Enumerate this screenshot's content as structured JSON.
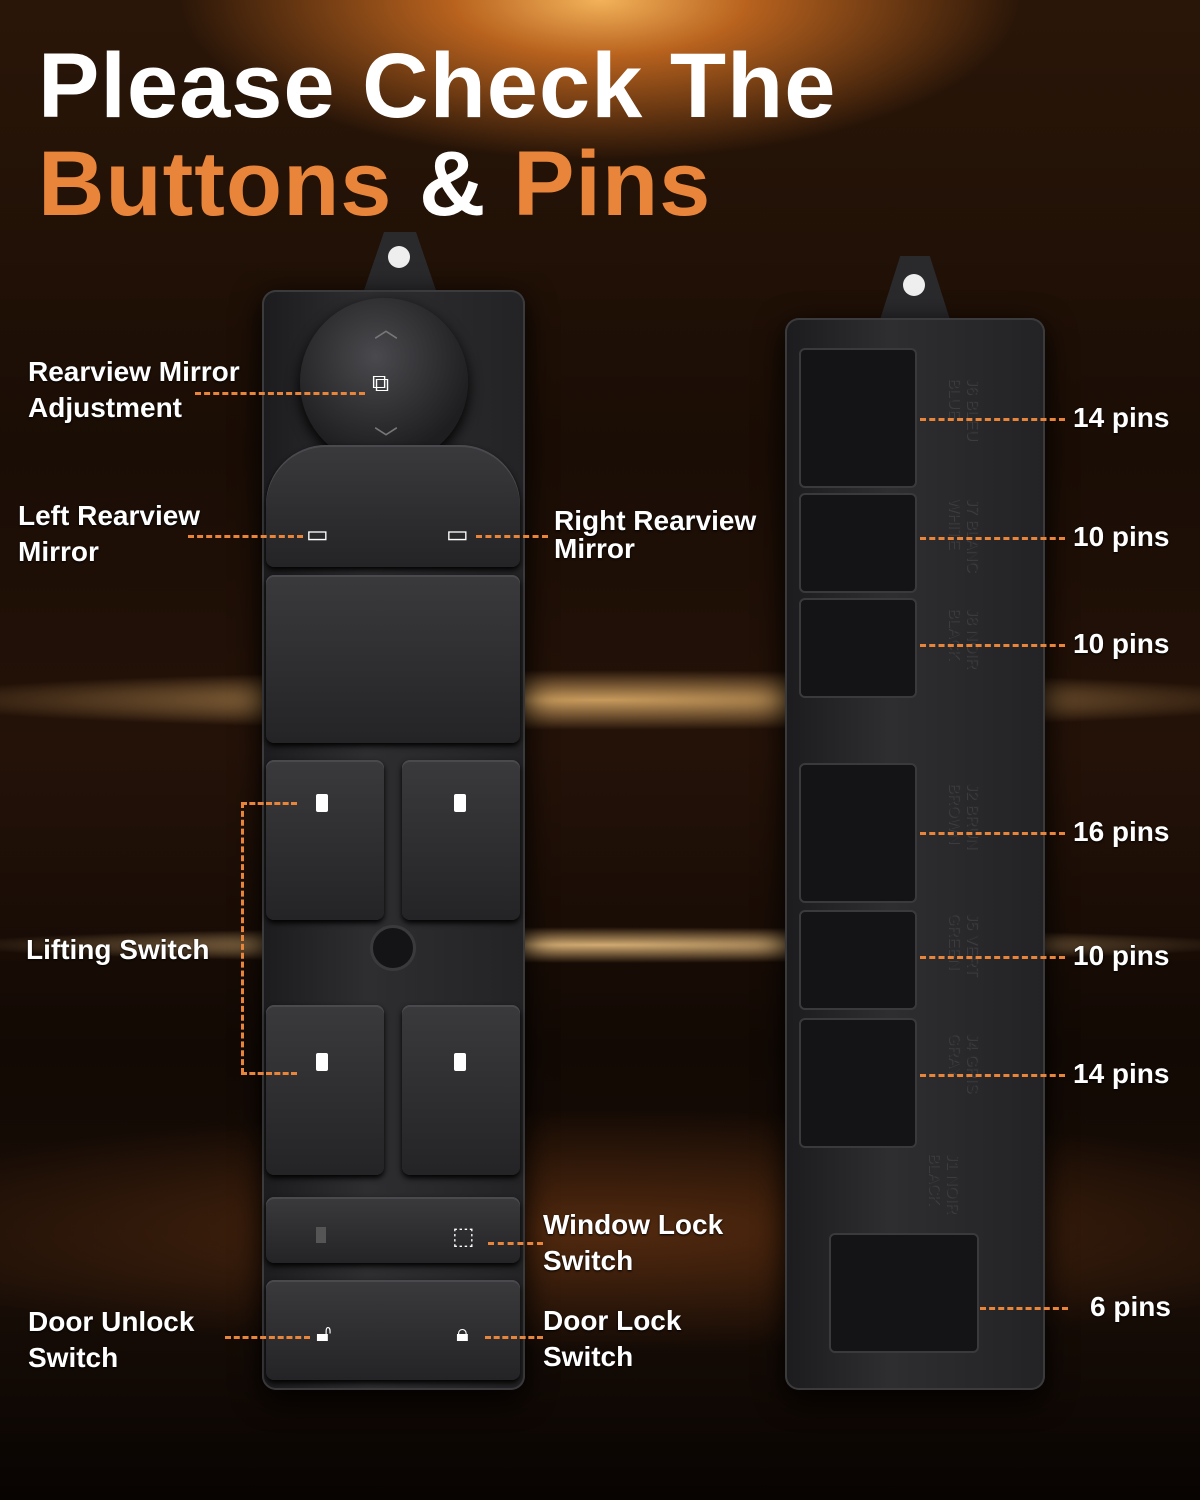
{
  "title": {
    "line1": "Please Check The",
    "word1": "Buttons",
    "amp": "&",
    "word2": "Pins"
  },
  "callouts": {
    "rearview_adjust": "Rearview Mirror Adjustment",
    "left_mirror": "Left Rearview Mirror",
    "right_mirror": "Right Rearview Mirror",
    "lifting": "Lifting Switch",
    "window_lock": "Window Lock Switch",
    "door_unlock": "Door Unlock Switch",
    "door_lock": "Door Lock Switch"
  },
  "pins": [
    "14 pins",
    "10 pins",
    "10 pins",
    "16 pins",
    "10 pins",
    "14 pins",
    "6 pins"
  ],
  "connector_marks": [
    "J6 BLEU BLUE",
    "J7 BLANC WHITE",
    "J8 NOIR BLACK",
    "J2 BRUN BROWN",
    "J5 VERT GREEN",
    "J4 GRIS GRAY",
    "J1 NOIR BLACK"
  ],
  "colors": {
    "accent": "#e8853a"
  }
}
